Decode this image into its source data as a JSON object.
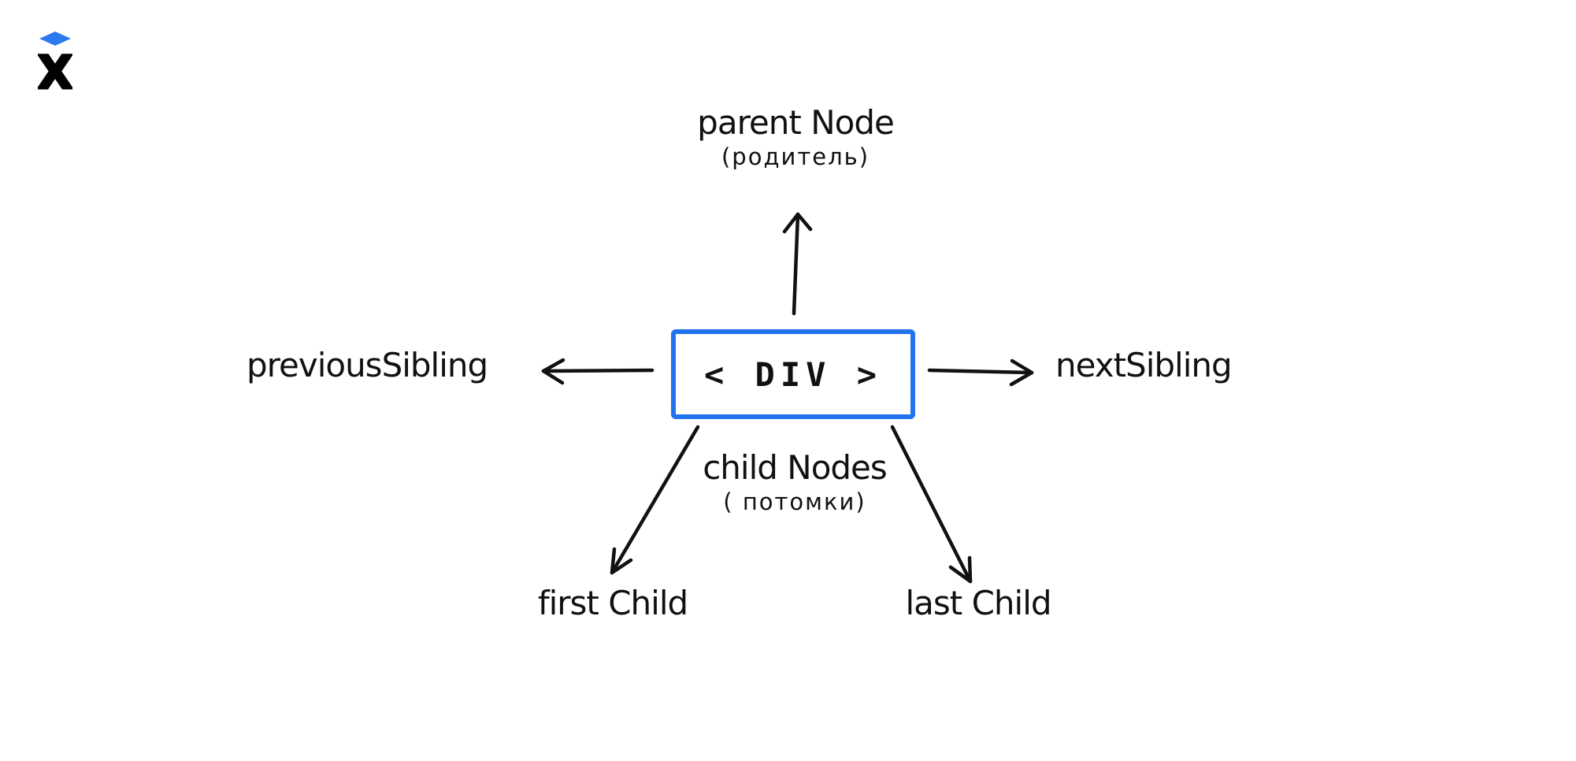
{
  "page": {
    "background_color": "#ffffff",
    "ink_color": "#111111",
    "accent_color": "#2173ee"
  },
  "logo": {
    "icon": "x-diamond-logo",
    "letter": "X",
    "diamond_color": "#2b79ee",
    "letter_color": "#000000"
  },
  "diagram": {
    "center_node": {
      "label": "< DIV >",
      "border_color": "#2173ee"
    },
    "parent_node": {
      "label": "parent Node",
      "translation": "(родитель)"
    },
    "previous_sibling": {
      "label": "previousSibling"
    },
    "next_sibling": {
      "label": "nextSibling"
    },
    "child_nodes": {
      "label": "child Nodes",
      "translation": "( потомки)"
    },
    "first_child": {
      "label": "first Child"
    },
    "last_child": {
      "label": "last Child"
    },
    "arrows": [
      "up-to-parent-node",
      "left-to-previous-sibling",
      "right-to-next-sibling",
      "down-left-to-first-child",
      "down-right-to-last-child"
    ]
  }
}
